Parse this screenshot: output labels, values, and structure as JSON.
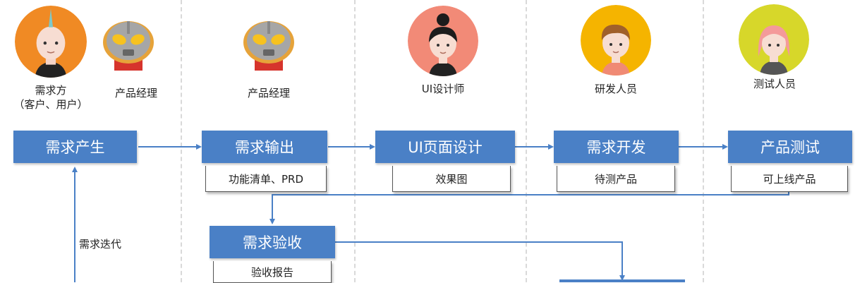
{
  "roles": {
    "client": [
      "需求方",
      "（客户、用户）"
    ],
    "pm1": "产品经理",
    "pm2": "产品经理",
    "ui": "UI设计师",
    "dev": "研发人员",
    "qa": "测试人员"
  },
  "stages": {
    "s1": "需求产生",
    "s2": "需求输出",
    "s3": "UI页面设计",
    "s4": "需求开发",
    "s5": "产品测试",
    "s6": "需求验收"
  },
  "outputs": {
    "o2": "功能清单、PRD",
    "o3": "效果图",
    "o4": "待测产品",
    "o5": "可上线产品",
    "o6": "验收报告"
  },
  "labels": {
    "iteration": "需求迭代"
  },
  "colors": {
    "stage_fill": "#4a80c6",
    "arrow": "#4a80c6"
  }
}
